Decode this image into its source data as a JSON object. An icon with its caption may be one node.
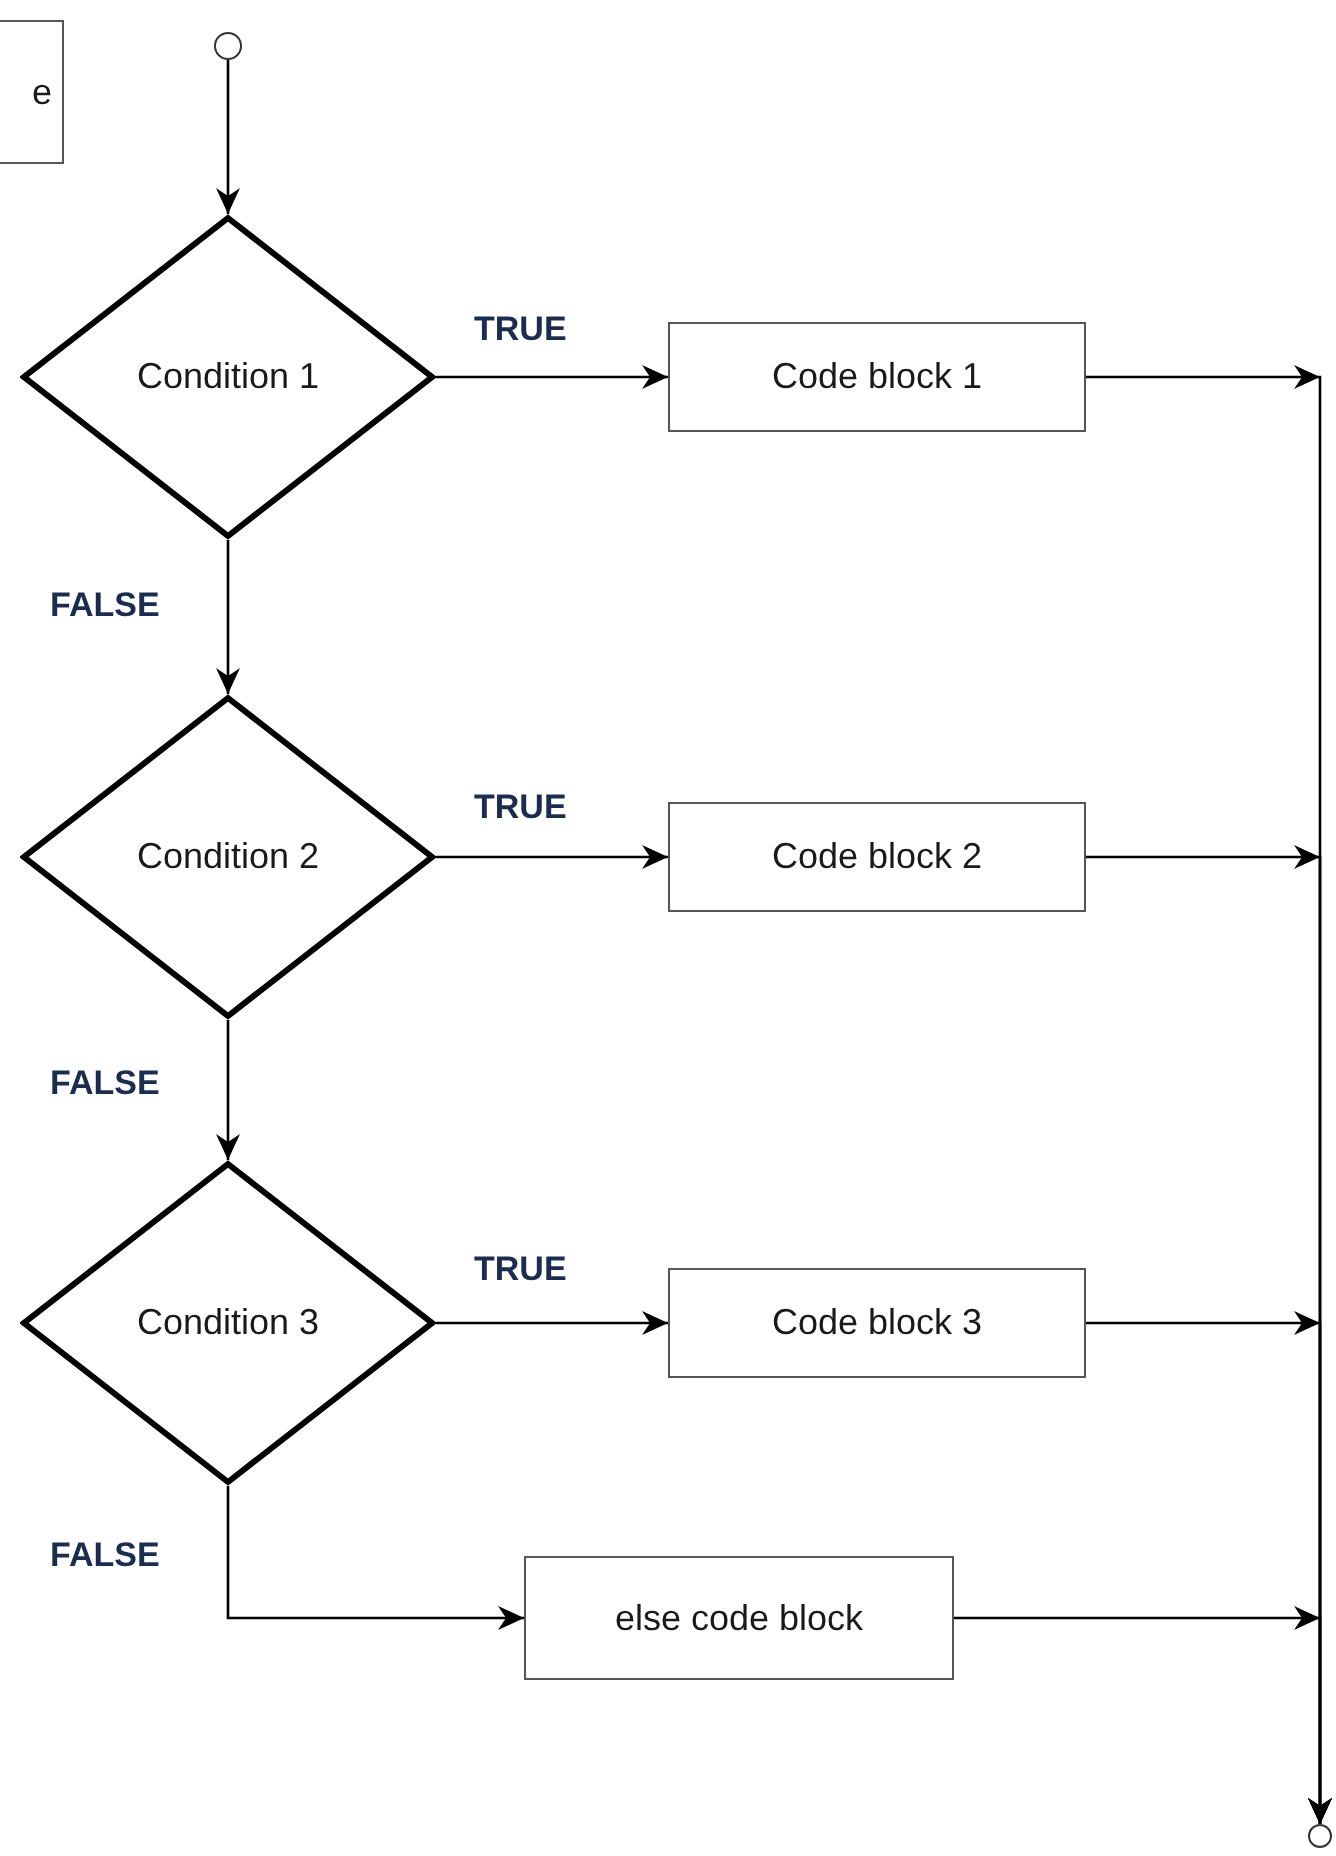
{
  "diagram": {
    "nodes": [
      {
        "text": [
          "e"
        ]
      },
      {
        "text": [],
        "shape": "circle"
      },
      {
        "text": [
          "Condition 1"
        ]
      },
      {
        "text": [
          "Code block 1"
        ]
      },
      {
        "text": [
          "Condition 2"
        ]
      },
      {
        "text": [
          "Code block 2"
        ]
      },
      {
        "text": [
          "Condition 3"
        ]
      },
      {
        "text": [
          "Code block 3"
        ]
      },
      {
        "text": [
          "else code block"
        ]
      },
      {
        "text": [],
        "shape": "circle"
      }
    ],
    "edges": [
      {
        "from": 1,
        "to": 2,
        "arrow": "to"
      },
      {
        "from": 2,
        "to": 3,
        "arrow": "to",
        "label": "TRUE"
      },
      {
        "from": 2,
        "to": 4,
        "arrow": "to",
        "label": "FALSE"
      },
      {
        "from": 4,
        "to": 5,
        "arrow": "to",
        "label": "TRUE"
      },
      {
        "from": 4,
        "to": 6,
        "arrow": "to",
        "label": "FALSE"
      },
      {
        "from": 6,
        "to": 7,
        "arrow": "to",
        "label": "TRUE"
      },
      {
        "from": 6,
        "to": 8,
        "arrow": "to",
        "label": "FALSE"
      },
      {
        "from": 3,
        "to": 9,
        "arrow": "to"
      },
      {
        "from": 5,
        "to": 9,
        "arrow": "to"
      },
      {
        "from": 7,
        "to": 9,
        "arrow": "to"
      },
      {
        "from": 8,
        "to": 9,
        "arrow": "to"
      }
    ]
  }
}
